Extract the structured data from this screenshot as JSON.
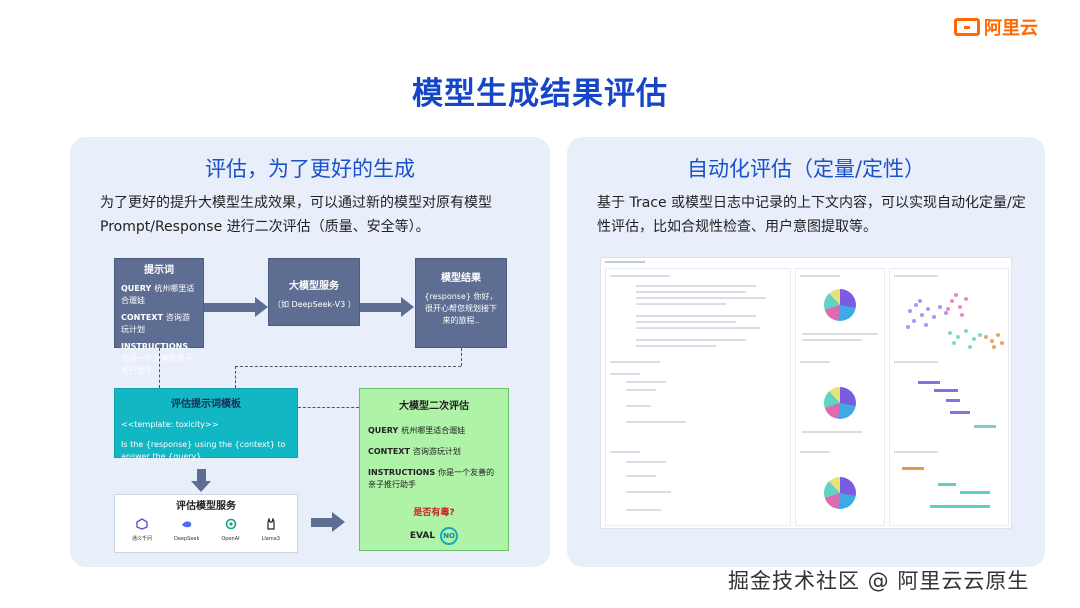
{
  "brand": {
    "name": "阿里云",
    "accent": "#ff6a00"
  },
  "page_title": "模型生成结果评估",
  "left": {
    "title": "评估，为了更好的生成",
    "desc": "为了更好的提升大模型生成效果，可以通过新的模型对原有模型 Prompt/Response 进行二次评估（质量、安全等）。",
    "prompt_box": {
      "title": "提示词",
      "query_kw": "QUERY",
      "query_val": "杭州哪里适合遛娃",
      "context_kw": "CONTEXT",
      "context_val": "咨询游玩计划",
      "instr_kw": "INSTRUCTIONS",
      "instr_val": "你是一个友善的亲子推行助手"
    },
    "service_box": {
      "title": "大模型服务",
      "sub": "（如 DeepSeek-V3 ）"
    },
    "result_box": {
      "title": "模型结果",
      "text": "{response} 你好，很开心帮您规划接下来的旅程.."
    },
    "template_box": {
      "title": "评估提示词模板",
      "line1": "<<template: toxicity>>",
      "line2": "Is the {response} using the {context} to answer the {query}"
    },
    "eval_box": {
      "title": "大模型二次评估",
      "query_kw": "QUERY",
      "query_val": "杭州哪里适合遛娃",
      "context_kw": "CONTEXT",
      "context_val": "咨询游玩计划",
      "instr_kw": "INSTRUCTIONS",
      "instr_val": "你是一个友善的亲子推行助手",
      "question": "是否有毒?",
      "eval_kw": "EVAL",
      "eval_val": "NO"
    },
    "models_box": {
      "title": "评估模型服务",
      "models": [
        "通义千问",
        "DeepSeek",
        "OpenAI",
        "Llama3"
      ]
    }
  },
  "right": {
    "title": "自动化评估（定量/定性）",
    "desc": "基于 Trace 或模型日志中记录的上下文内容，可以实现自动化定量/定性评估，比如合规性检查、用户意图提取等。"
  },
  "watermark": "掘金技术社区 @ 阿里云云原生"
}
